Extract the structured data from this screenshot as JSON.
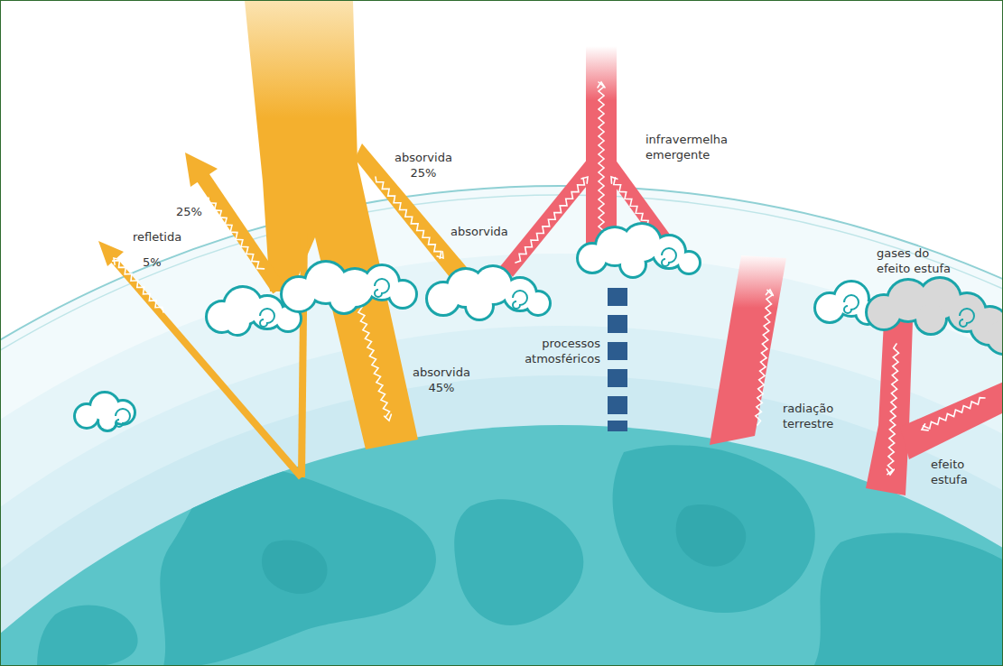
{
  "diagram": {
    "labels": [
      "25%",
      "refletida",
      "5%",
      "absorvida 25%",
      "absorvida",
      "absorvida 45%",
      "infravermelha emergente",
      "processos atmosféricos",
      "radiação terrestre",
      "gases do efeito estufa",
      "efeito estufa"
    ]
  }
}
